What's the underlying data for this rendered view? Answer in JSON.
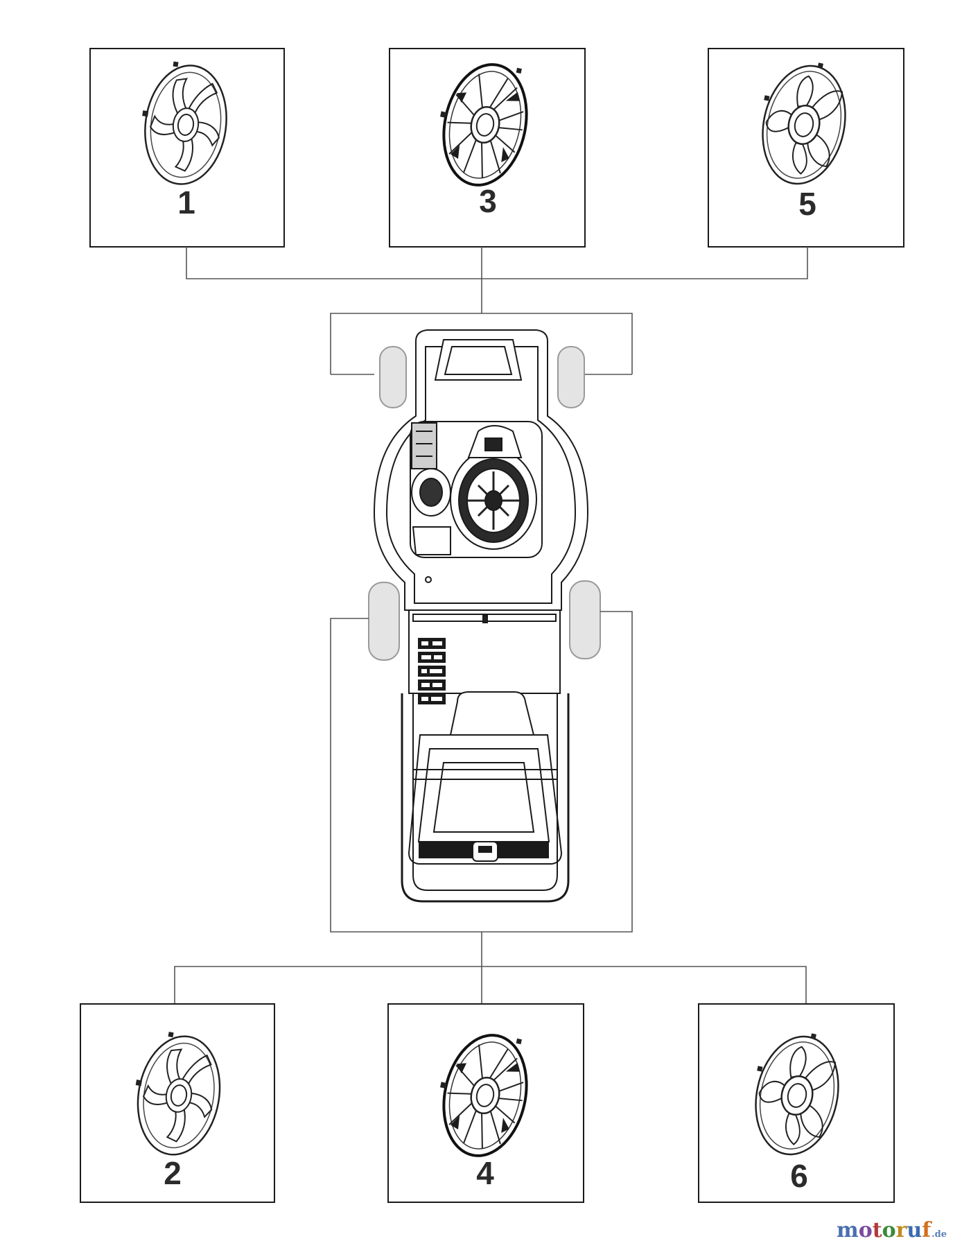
{
  "parts": [
    {
      "number": "1",
      "style": "spoke-5"
    },
    {
      "number": "3",
      "style": "dense-spoke"
    },
    {
      "number": "5",
      "style": "tri-spoke"
    },
    {
      "number": "2",
      "style": "spoke-5"
    },
    {
      "number": "4",
      "style": "dense-spoke"
    },
    {
      "number": "6",
      "style": "tri-spoke"
    }
  ],
  "watermark": {
    "letters": [
      "m",
      "o",
      "t",
      "o",
      "r",
      "u",
      "f"
    ],
    "letter_colors": [
      "#4a6fb0",
      "#7a4aa0",
      "#b23a3a",
      "#3a8a3a",
      "#c08a20",
      "#3a6ab0",
      "#d07020"
    ],
    "suffix": ".de"
  },
  "colors": {
    "line": "#1a1a1a",
    "connector": "#555555",
    "wheel_fill": "#e4e4e4"
  }
}
